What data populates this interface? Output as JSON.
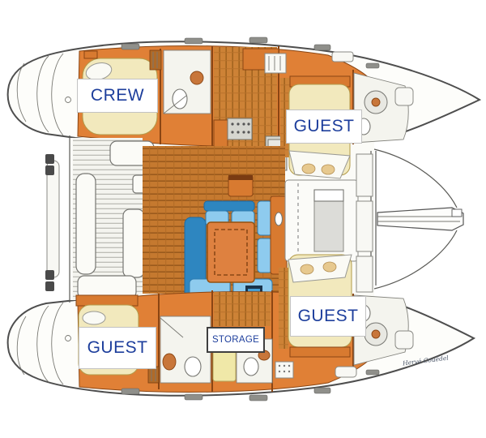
{
  "plan": {
    "type": "catamaran-deck-plan",
    "rooms": [
      "CREW",
      "GUEST",
      "GUEST",
      "GUEST",
      "STORAGE"
    ]
  },
  "labels": [
    {
      "id": "crew",
      "text": "CREW"
    },
    {
      "id": "guest-top-right",
      "text": "GUEST"
    },
    {
      "id": "guest-bottom-right",
      "text": "GUEST"
    },
    {
      "id": "guest-bottom-left",
      "text": "GUEST"
    },
    {
      "id": "storage",
      "text": "STORAGE"
    }
  ],
  "signature": {
    "text": "Hervé Couëdel"
  },
  "colors": {
    "label_text": "#1d3e9c",
    "label_background": "#ffffff",
    "label_border_light": "#c2c2c2",
    "label_border_dark": "#3f3f3f",
    "wood_floor": "#c5792f",
    "wood_stripe": "#9a5a1d",
    "furniture_orange": "#e08036",
    "bed_cream": "#f2e9bd",
    "sofa_blue_light": "#8ecbee",
    "sofa_blue_dark": "#2e86c0",
    "hull_outline": "#4e4e4e"
  }
}
